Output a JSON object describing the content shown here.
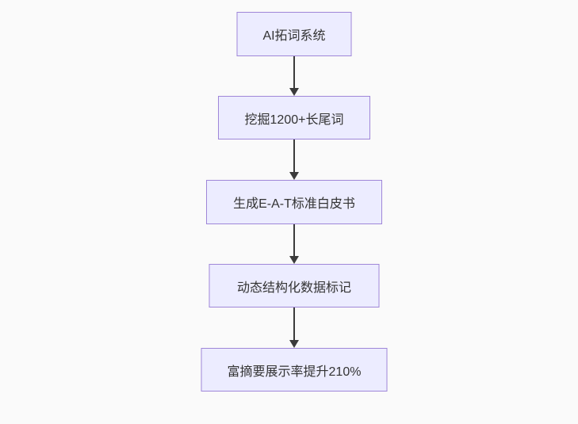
{
  "diagram": {
    "type": "flowchart-top-down",
    "colors": {
      "background": "#fafafa",
      "node_fill": "#ececff",
      "node_border": "#9f86d8",
      "text_color": "#333333",
      "arrow_color": "#3b3b3b"
    },
    "nodes": [
      {
        "label": "AI拓词系统"
      },
      {
        "label": "挖掘1200+长尾词"
      },
      {
        "label": "生成E-A-T标准白皮书"
      },
      {
        "label": "动态结构化数据标记"
      },
      {
        "label": "富摘要展示率提升210%"
      }
    ],
    "edges": [
      {
        "from": 0,
        "to": 1
      },
      {
        "from": 1,
        "to": 2
      },
      {
        "from": 2,
        "to": 3
      },
      {
        "from": 3,
        "to": 4
      }
    ]
  }
}
